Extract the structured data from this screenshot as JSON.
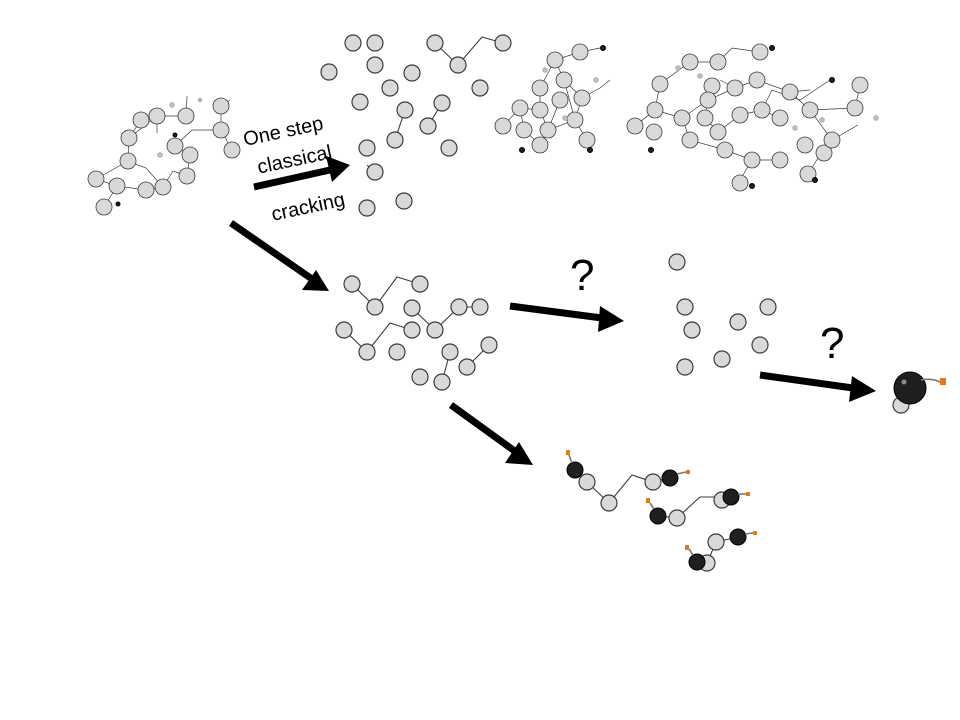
{
  "arrow_label": {
    "line1": "One step",
    "line2": "classical",
    "line3": "cracking"
  },
  "question_marks": [
    "?",
    "?"
  ],
  "colors": {
    "atom_fill": "#d9d9d9",
    "atom_stroke": "#3a3a3a",
    "bomb_fill": "#1f1f1f",
    "spark": "#e07a1f",
    "arrow": "#000000"
  },
  "icons": [
    "molecule-cluster-icon",
    "bomb-icon"
  ]
}
